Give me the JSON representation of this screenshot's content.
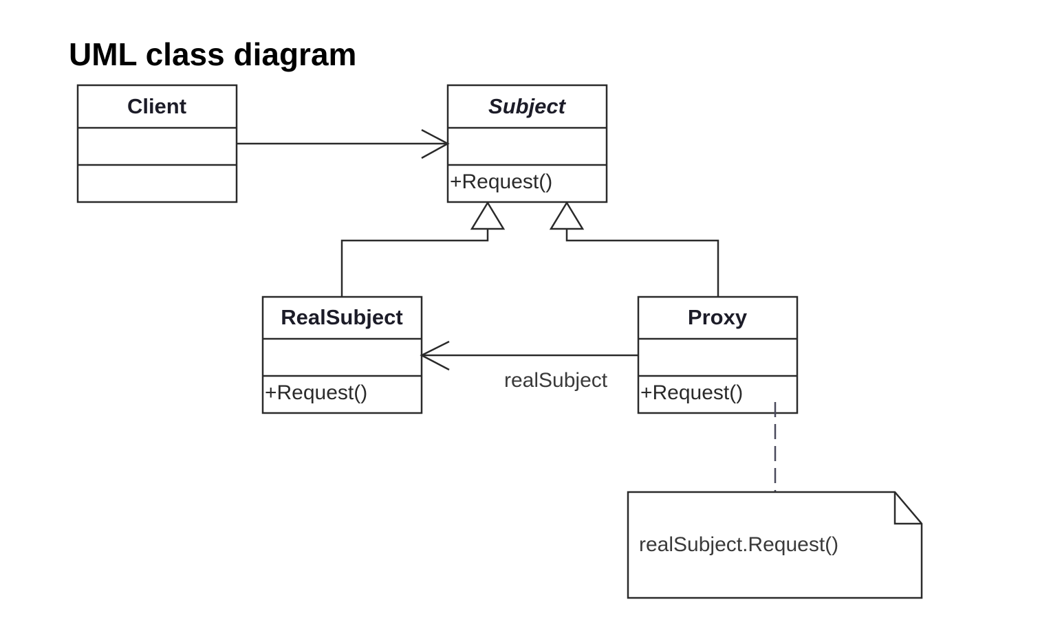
{
  "title": "UML class diagram",
  "classes": {
    "client": {
      "name": "Client",
      "abstract": false,
      "operation": ""
    },
    "subject": {
      "name": "Subject",
      "abstract": true,
      "operation": "+Request()"
    },
    "real_subject": {
      "name": "RealSubject",
      "abstract": false,
      "operation": "+Request()"
    },
    "proxy": {
      "name": "Proxy",
      "abstract": false,
      "operation": "+Request()"
    }
  },
  "associations": {
    "proxy_to_real_subject": {
      "role": "realSubject"
    }
  },
  "note": {
    "text": "realSubject.Request()"
  },
  "colors": {
    "line": "#2a2a2a",
    "background": "#ffffff"
  }
}
